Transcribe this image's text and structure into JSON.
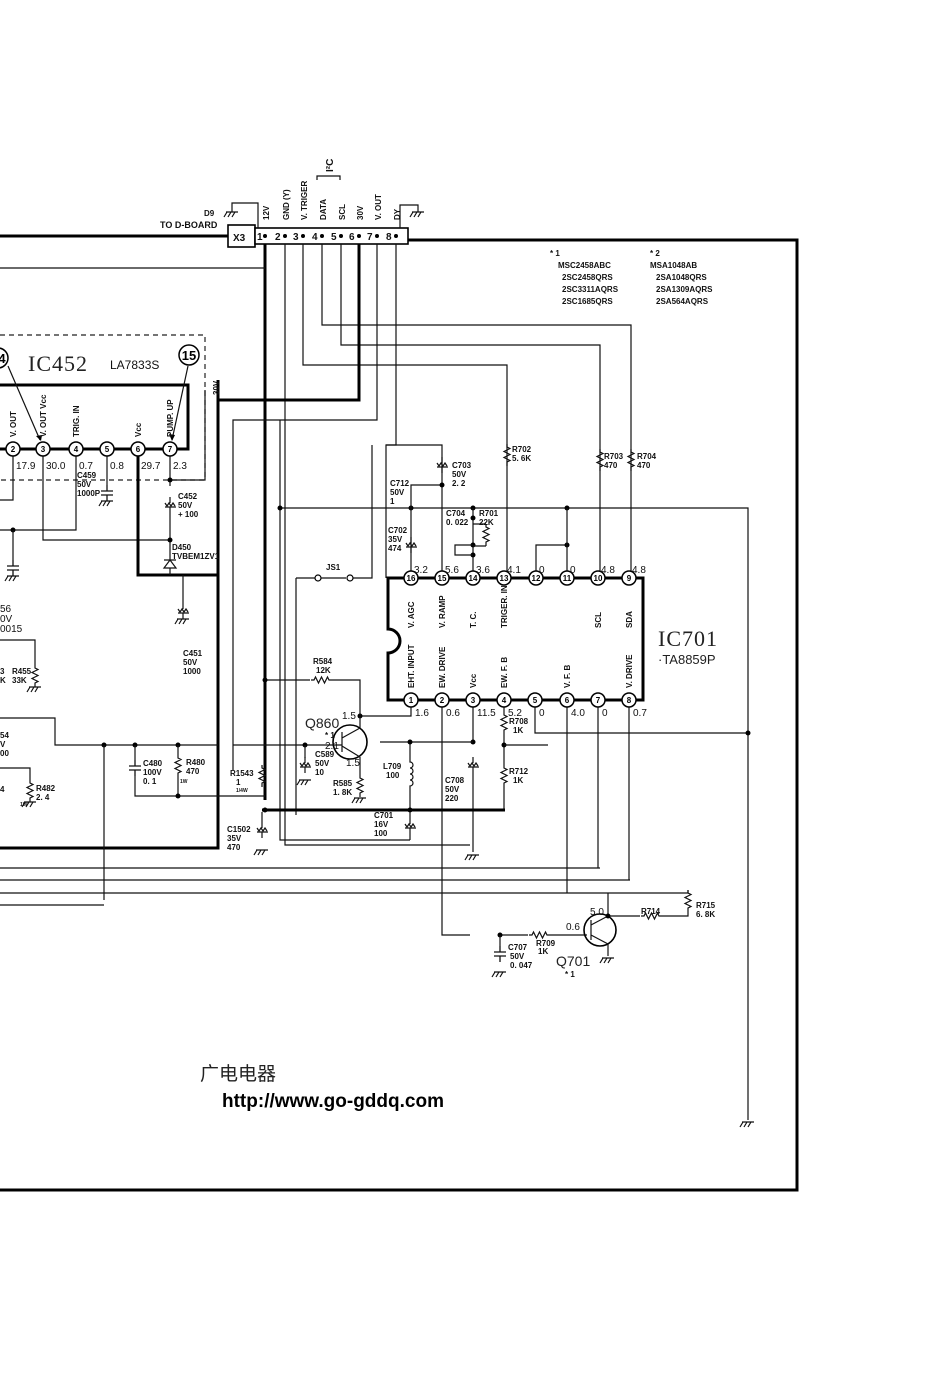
{
  "connector": {
    "ref": "X3",
    "diode": "D9",
    "to": "TO D-BOARD",
    "bus": "I²C",
    "pins": [
      {
        "num": "1",
        "label": "12V"
      },
      {
        "num": "2",
        "label": "GND (Y)"
      },
      {
        "num": "3",
        "label": "V. TRIGER"
      },
      {
        "num": "4",
        "label": "DATA"
      },
      {
        "num": "5",
        "label": "SCL"
      },
      {
        "num": "6",
        "label": "30V"
      },
      {
        "num": "7",
        "label": "V. OUT"
      },
      {
        "num": "8",
        "label": "DY"
      }
    ]
  },
  "notes": {
    "n1": {
      "mark": "* 1",
      "parts": [
        "MSC2458ABC",
        "2SC2458QRS",
        "2SC3311AQRS",
        "2SC1685QRS"
      ]
    },
    "n2": {
      "mark": "* 2",
      "parts": [
        "MSA1048AB",
        "2SA1048QRS",
        "2SA1309AQRS",
        "2SA564AQRS"
      ]
    }
  },
  "ic452": {
    "ref": "IC452",
    "part": "LA7833S",
    "callout_left": "4",
    "callout_right": "15",
    "supply_tag": "30V",
    "pins": [
      {
        "num": "2",
        "label": "V. OUT",
        "v": "17.9"
      },
      {
        "num": "3",
        "label": "V. OUT Vcc",
        "v": "30.0"
      },
      {
        "num": "4",
        "label": "TRIG. IN",
        "v": "0.7"
      },
      {
        "num": "5",
        "label": "",
        "v": "0.8"
      },
      {
        "num": "6",
        "label": "Vcc",
        "v": "29.7"
      },
      {
        "num": "7",
        "label": "PUMP. UP",
        "v": "2.3"
      }
    ]
  },
  "ic701": {
    "ref": "IC701",
    "part": "·TA8859P",
    "pins_top": [
      {
        "num": "16",
        "label": "V. AGC",
        "v": "3.2"
      },
      {
        "num": "15",
        "label": "V. RAMP",
        "v": "5.6"
      },
      {
        "num": "14",
        "label": "T. C.",
        "v": "3.6"
      },
      {
        "num": "13",
        "label": "TRIGER. IN",
        "v": "4.1"
      },
      {
        "num": "12",
        "label": "",
        "v": "0"
      },
      {
        "num": "11",
        "label": "",
        "v": "0"
      },
      {
        "num": "10",
        "label": "SCL",
        "v": "4.8"
      },
      {
        "num": "9",
        "label": "SDA",
        "v": "4.8"
      }
    ],
    "pins_bottom": [
      {
        "num": "1",
        "label": "EHT. INPUT",
        "v": "1.6"
      },
      {
        "num": "2",
        "label": "EW. DRIVE",
        "v": "0.6"
      },
      {
        "num": "3",
        "label": "Vcc",
        "v": "11.5"
      },
      {
        "num": "4",
        "label": "EW. F. B",
        "v": "5.2"
      },
      {
        "num": "5",
        "label": "",
        "v": "0"
      },
      {
        "num": "6",
        "label": "V. F. B",
        "v": "4.0"
      },
      {
        "num": "7",
        "label": "",
        "v": "0"
      },
      {
        "num": "8",
        "label": "V. DRIVE",
        "v": "0.7"
      }
    ]
  },
  "components": {
    "c459": [
      "C459",
      "50V",
      "1000P"
    ],
    "c452": [
      "C452",
      "50V",
      "+ 100"
    ],
    "d450": [
      "D450",
      "TVBEM1ZV1"
    ],
    "c451": [
      "C451",
      "50V",
      "1000"
    ],
    "c456": [
      "56",
      "0V",
      "0015"
    ],
    "r453": [
      "3",
      "K"
    ],
    "r455": [
      "R455",
      "33K"
    ],
    "c464": [
      "54",
      "V",
      "00"
    ],
    "r_left": [
      "4"
    ],
    "r482": [
      "R482",
      "2. 4",
      "1W"
    ],
    "c480": [
      "C480",
      "100V",
      "0. 1"
    ],
    "r480": [
      "R480",
      "470",
      "1W"
    ],
    "r702": [
      "R702",
      "5. 6K"
    ],
    "r703": [
      "R703",
      "470"
    ],
    "r704": [
      "R704",
      "470"
    ],
    "c703": [
      "C703",
      "50V",
      "2. 2"
    ],
    "c712": [
      "C712",
      "50V",
      "1"
    ],
    "c704": [
      "C704",
      "0. 022"
    ],
    "r701": [
      "R701",
      "22K"
    ],
    "c702": [
      "C702",
      "35V",
      "474"
    ],
    "js1": [
      "JS1"
    ],
    "r584": [
      "R584",
      "12K"
    ],
    "c589": [
      "C589",
      "50V",
      "10"
    ],
    "r585": [
      "R585",
      "1. 8K"
    ],
    "l709": [
      "L709",
      "100"
    ],
    "c708": [
      "C708",
      "50V",
      "220"
    ],
    "r708": [
      "R708",
      "1K"
    ],
    "r712": [
      "R712",
      "1K"
    ],
    "r1543": [
      "R1543",
      "1",
      "1/4W"
    ],
    "c1502": [
      "C1502",
      "35V",
      "470"
    ],
    "c701": [
      "C701",
      "16V",
      "100"
    ],
    "r715": [
      "R715",
      "6. 8K"
    ],
    "r714": [
      "R714"
    ],
    "r709": [
      "R709",
      "1K"
    ],
    "c707": [
      "C707",
      "50V",
      "0. 047"
    ]
  },
  "transistors": {
    "q860": {
      "ref": "Q860",
      "note": "* 1",
      "vc": "1.5",
      "vb": "2.1",
      "ve": "1.5"
    },
    "q701": {
      "ref": "Q701",
      "note": "* 1",
      "vc": "5.0",
      "vb": "0.6"
    }
  },
  "watermark": {
    "cn": "广电电器",
    "url": "http://www.go-gddq.com"
  }
}
